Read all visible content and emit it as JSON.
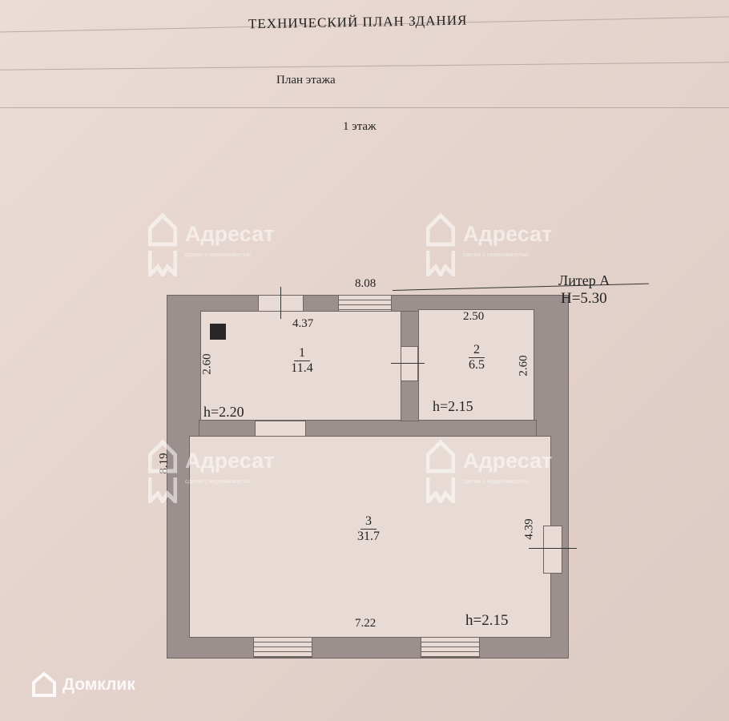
{
  "document": {
    "title": "ТЕХНИЧЕСКИЙ ПЛАН ЗДАНИЯ",
    "subtitle": "План этажа",
    "floor": "1 этаж"
  },
  "plan": {
    "liter": "Литер А",
    "height": "H=5.30",
    "dims": {
      "top_total": "8.08",
      "top_left": "4.37",
      "top_right": "2.50",
      "left_room1": "2.60",
      "right_room2": "2.60",
      "left_total": "8.19",
      "right_room3": "4.39",
      "bottom": "7.22"
    },
    "rooms": [
      {
        "number": "1",
        "area": "11.4",
        "ceiling": "h=2.20"
      },
      {
        "number": "2",
        "area": "6.5",
        "ceiling": "h=2.15"
      },
      {
        "number": "3",
        "area": "31.7",
        "ceiling": "h=2.15"
      }
    ]
  },
  "watermark": {
    "name": "Адресат",
    "tagline": "сделки с недвижимостью"
  },
  "footer_logo": "Домклик"
}
